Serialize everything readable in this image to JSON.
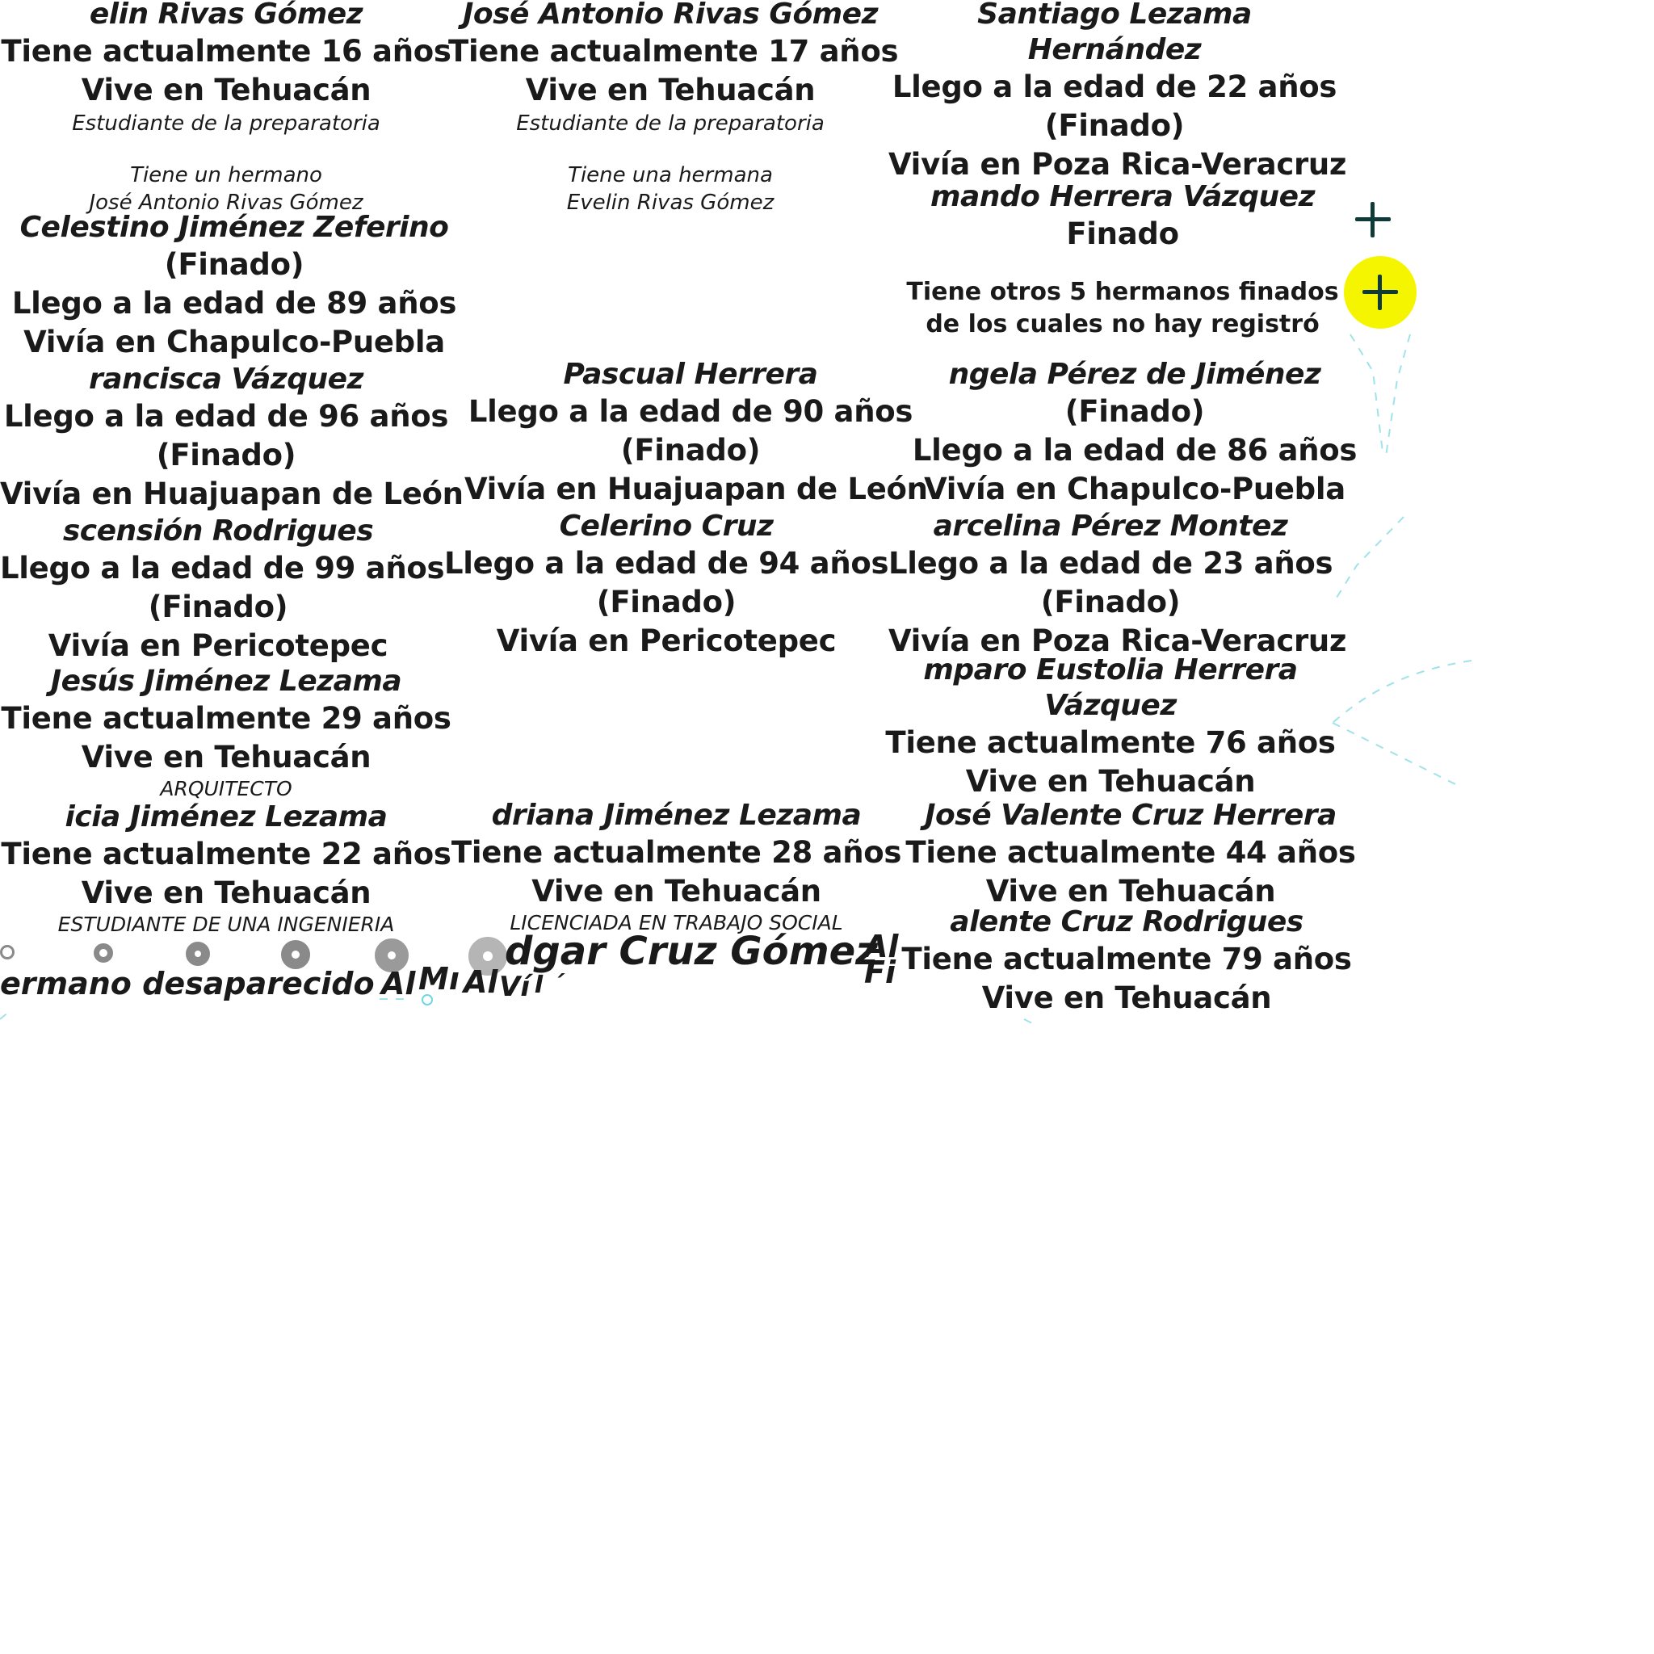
{
  "colors": {
    "text": "#1a1a1a",
    "accent_yellow": "#f5f500",
    "plus_icon": "#0f3a3a",
    "link_lines": "#9fe3ea",
    "dot_grey": "#8a8a8a"
  },
  "cards": {
    "evelin": {
      "name": "elin Rivas Gómez",
      "line1": "Tiene actualmente 16 años",
      "line2": "Vive en Tehuacán",
      "note": "Estudiante de la preparatoria",
      "extra1": "Tiene un hermano",
      "extra2": "José Antonio Rivas Gómez"
    },
    "jose_antonio": {
      "name": "José Antonio Rivas Gómez",
      "line1": "Tiene actualmente 17 años",
      "line2": "Vive en Tehuacán",
      "note": "Estudiante de la preparatoria",
      "extra1": "Tiene una hermana",
      "extra2": "Evelin Rivas Gómez"
    },
    "santiago": {
      "name1": "Santiago Lezama",
      "name2": "Hernández",
      "line1": "Llego a la edad de 22 años",
      "line2": "(Finado)",
      "line3": "Vivía en Poza Rica-Veracruz"
    },
    "armando": {
      "name": "mando Herrera Vázquez",
      "line1": "Finado",
      "extra1": "Tiene otros 5 hermanos finados",
      "extra2": "de los cuales no hay registró"
    },
    "celestino": {
      "name": "Celestino Jiménez Zeferino",
      "line1": "(Finado)",
      "line2": "Llego a la edad de 89 años",
      "line3": "Vivía en Chapulco-Puebla"
    },
    "francisca": {
      "name": "rancisca Vázquez",
      "line1": "Llego a la edad de 96 años",
      "line2": "(Finado)",
      "line3": "Vivía en Huajuapan de León"
    },
    "pascual": {
      "name": "Pascual Herrera",
      "line1": "Llego a la edad de 90 años",
      "line2": "(Finado)",
      "line3": "Vivía en Huajuapan de León"
    },
    "angela": {
      "name": "ngela Pérez de Jiménez",
      "line1": "(Finado)",
      "line2": "Llego a la edad de 86 años",
      "line3": "Vivía en Chapulco-Puebla"
    },
    "ascension": {
      "name": "scensión Rodrigues",
      "line1": "Llego a la edad de 99 años",
      "line2": "(Finado)",
      "line3": "Vivía en Pericotepec"
    },
    "celerino": {
      "name": "Celerino Cruz",
      "line1": "Llego a la edad de 94 años",
      "line2": "(Finado)",
      "line3": "Vivía en Pericotepec"
    },
    "marcelina": {
      "name": "arcelina Pérez Montez",
      "line1": "Llego a la edad de 23 años",
      "line2": "(Finado)",
      "line3": "Vivía en Poza Rica-Veracruz"
    },
    "jesus": {
      "name": "Jesús Jiménez Lezama",
      "line1": "Tiene actualmente 29 años",
      "line2": "Vive en Tehuacán",
      "note": "ARQUITECTO"
    },
    "amparo": {
      "name1": "mparo Eustolia Herrera",
      "name2": "Vázquez",
      "line1": "Tiene actualmente 76 años",
      "line2": "Vive en Tehuacán"
    },
    "alicia": {
      "name": "icia Jiménez Lezama",
      "line1": "Tiene actualmente 22 años",
      "line2": "Vive en Tehuacán",
      "note": "ESTUDIANTE DE UNA INGENIERIA"
    },
    "adriana": {
      "name": "driana Jiménez Lezama",
      "line1": "Tiene actualmente 28 años",
      "line2": "Vive en Tehuacán",
      "note": "LICENCIADA EN TRABAJO SOCIAL"
    },
    "jose_valente": {
      "name": "José Valente Cruz Herrera",
      "line1": "Tiene actualmente 44 años",
      "line2": "Vive en Tehuacán"
    },
    "valente": {
      "name": "alente Cruz Rodrigues",
      "line1": "Tiene actualmente 79 años",
      "line2": "Vive en Tehuacán"
    }
  },
  "timeline": {
    "hermano": "ermano desaparecido",
    "al1": "Al",
    "mi": "Mı",
    "al2": "Al",
    "vi": "Ví",
    "tick": "Ι ´",
    "edgar": "dgar Cruz Gómez",
    "al3": "Al",
    "fi": "Fi"
  },
  "controls": {
    "plus_icon": "plus-icon",
    "plus_active_icon": "plus-icon"
  }
}
